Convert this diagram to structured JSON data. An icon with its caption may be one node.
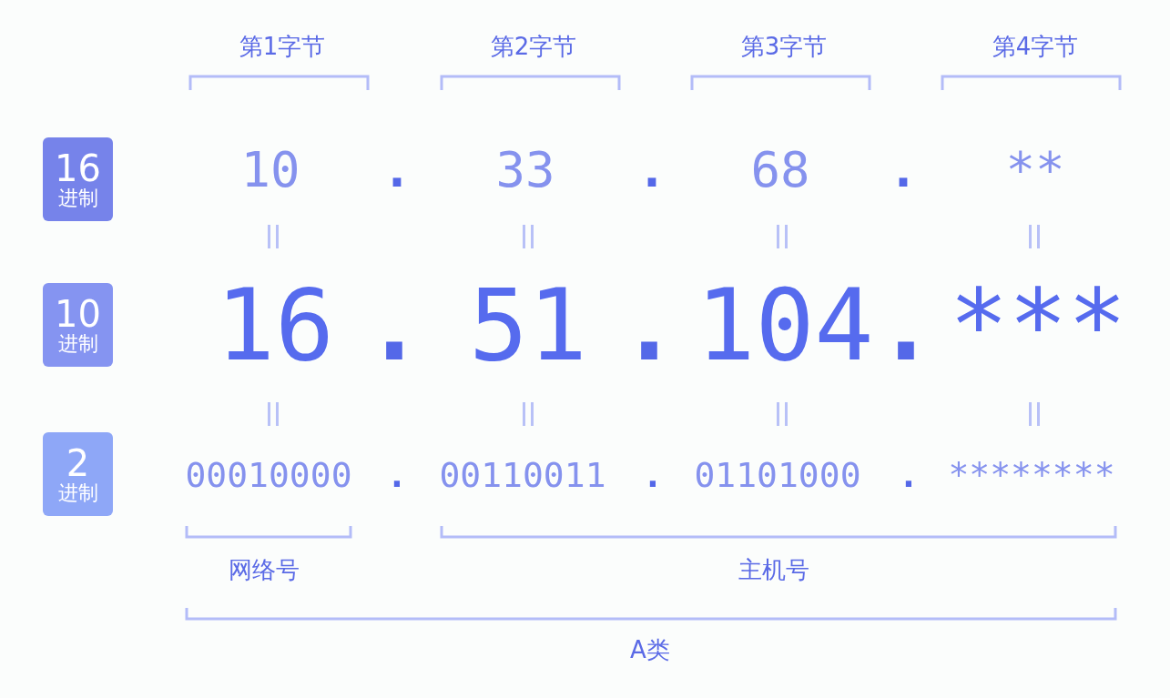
{
  "diagram": {
    "nodes": [
      {
        "text": [
          "16",
          "进制"
        ]
      },
      {
        "text": [
          "10",
          "进制"
        ]
      },
      {
        "text": [
          "2",
          "进制"
        ]
      }
    ],
    "labels": [
      "第1字节",
      "第2字节",
      "第3字节",
      "第4字节",
      "10",
      ".",
      "33",
      ".",
      "68",
      ".",
      "**",
      "16",
      ".",
      "51",
      ".",
      "104",
      ".",
      "***",
      "00010000",
      ".",
      "00110011",
      ".",
      "01101000",
      ".",
      "********",
      "网络号",
      "主机号",
      "A类"
    ]
  }
}
